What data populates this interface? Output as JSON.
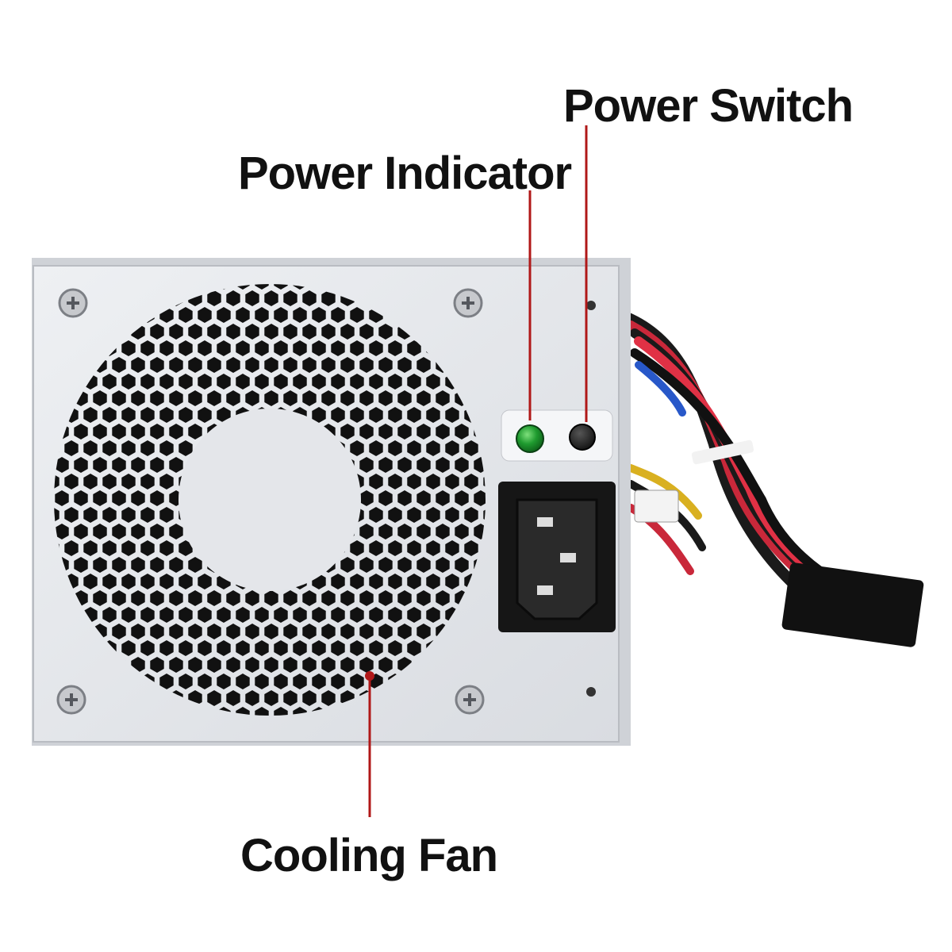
{
  "labels": {
    "power_switch": "Power Switch",
    "power_indicator": "Power Indicator",
    "cooling_fan": "Cooling Fan"
  },
  "colors": {
    "leader_line": "#b01818",
    "chassis": "#e4e6ea",
    "indicator_led": "#1f9b2f",
    "power_switch": "#1e1e1e",
    "socket": "#161616"
  },
  "icons": [
    "screw-icon",
    "led-icon",
    "switch-icon",
    "ac-socket-icon"
  ]
}
